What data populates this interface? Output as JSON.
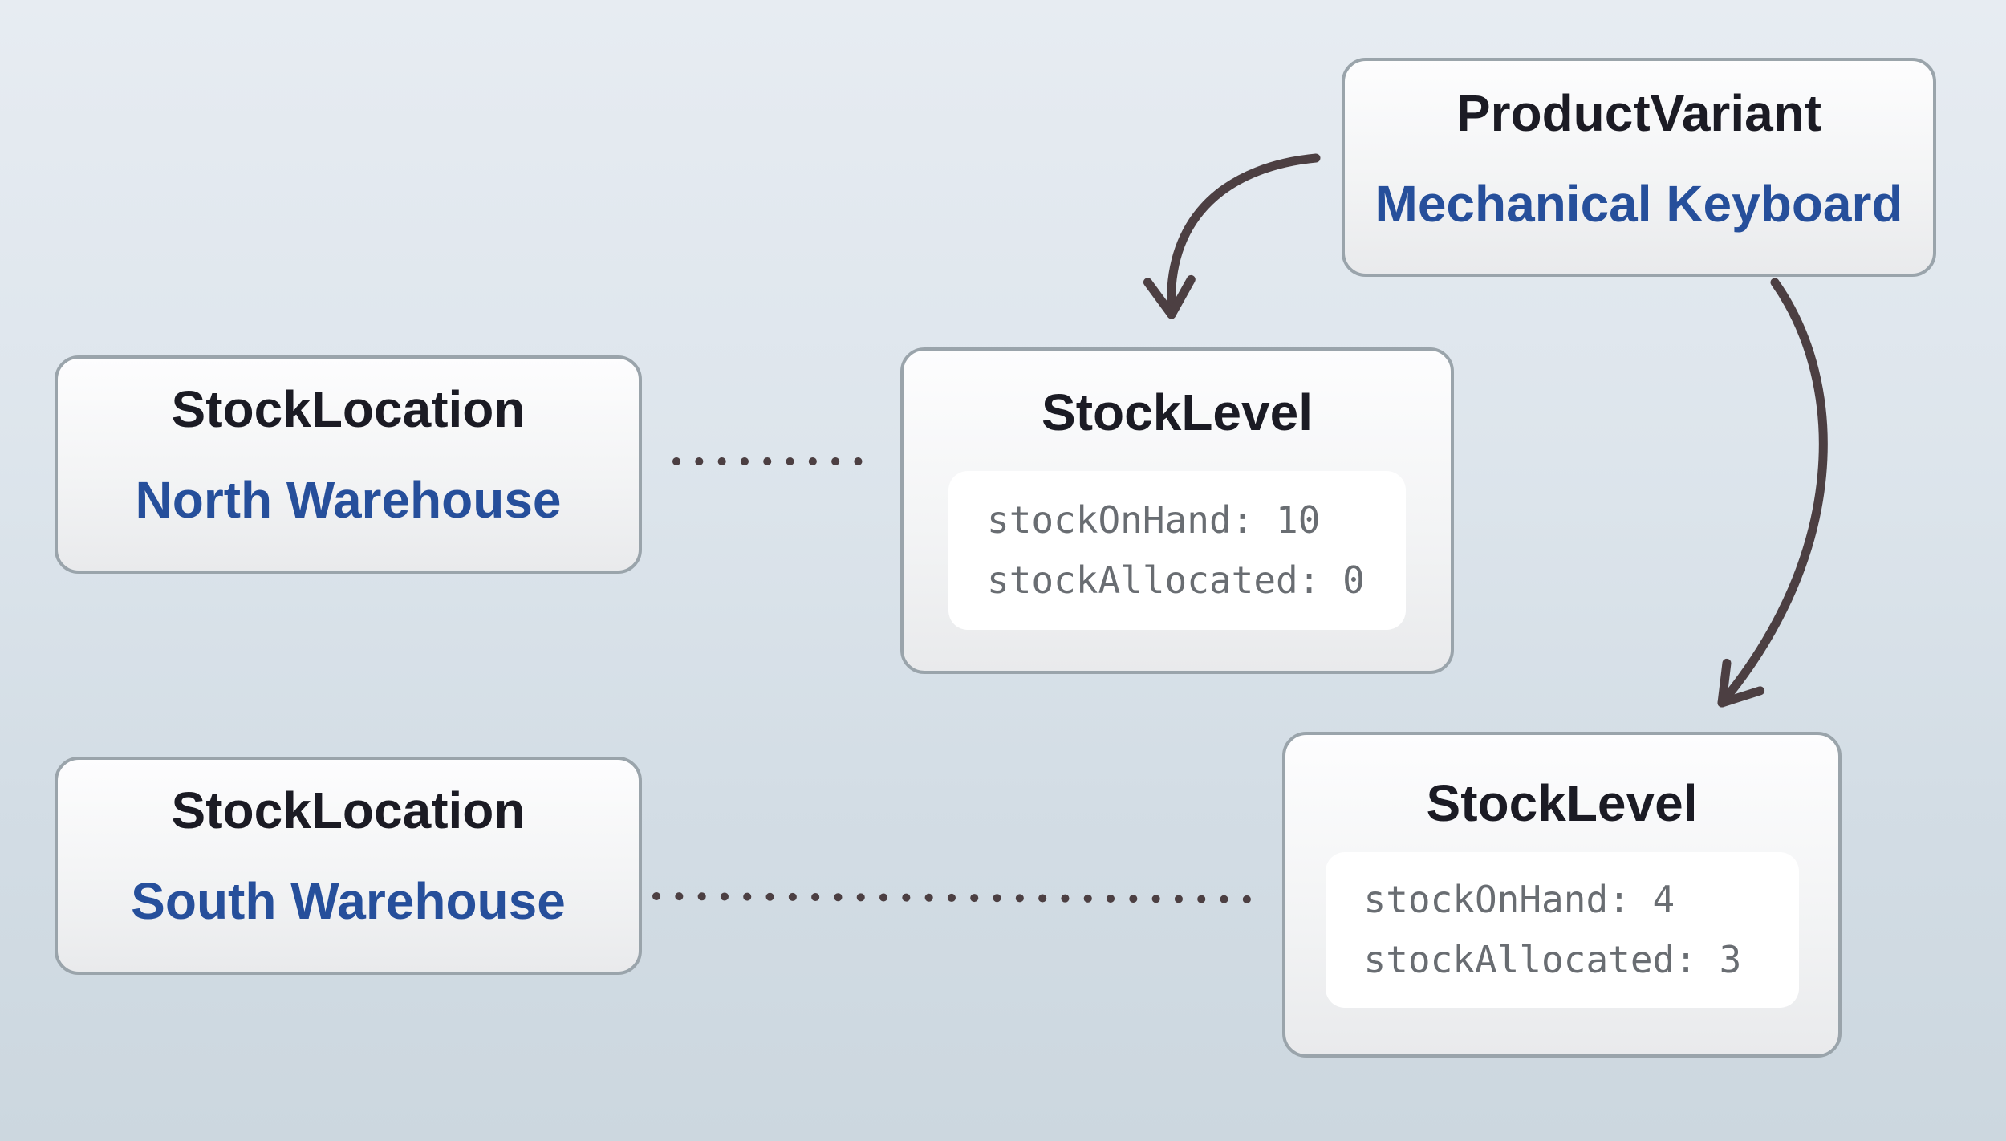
{
  "nodes": {
    "product_variant": {
      "title": "ProductVariant",
      "name": "Mechanical Keyboard"
    },
    "stock_location_north": {
      "title": "StockLocation",
      "name": "North Warehouse"
    },
    "stock_level_north": {
      "title": "StockLevel",
      "stock_on_hand": "stockOnHand: 10",
      "stock_allocated": "stockAllocated: 0"
    },
    "stock_location_south": {
      "title": "StockLocation",
      "name": "South Warehouse"
    },
    "stock_level_south": {
      "title": "StockLevel",
      "stock_on_hand": "stockOnHand: 4",
      "stock_allocated": "stockAllocated: 3"
    }
  },
  "edges": [
    {
      "from": "ProductVariant",
      "to": "StockLevel (North Warehouse)",
      "style": "curved-arrow"
    },
    {
      "from": "ProductVariant",
      "to": "StockLevel (South Warehouse)",
      "style": "curved-arrow"
    },
    {
      "from": "StockLocation North Warehouse",
      "to": "StockLevel (North)",
      "style": "dotted-line"
    },
    {
      "from": "StockLocation South Warehouse",
      "to": "StockLevel (South)",
      "style": "dotted-line"
    }
  ],
  "colors": {
    "background_top": "#e7ecf2",
    "background_bottom": "#ccd7df",
    "box_border": "#9aa4ab",
    "box_background_top": "#fdfdfe",
    "box_background_bottom": "#e9eaec",
    "attribute_panel_background": "#ffffff",
    "entity_title_text": "#1b1b24",
    "entity_name_text": "#264f9b",
    "attribute_text": "#696d72",
    "connector_ink": "#4c3f42"
  }
}
